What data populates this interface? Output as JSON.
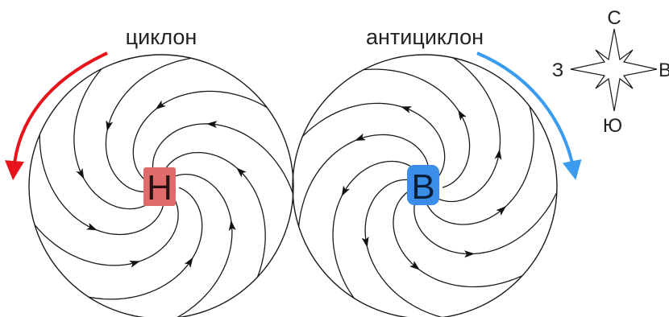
{
  "cyclone": {
    "label": "циклон",
    "center_letter": "Н",
    "center_color": "#e06b6b",
    "rotation_arrow_color": "#e8141c"
  },
  "anticyclone": {
    "label": "антициклон",
    "center_letter": "В",
    "center_color": "#3b8ee8",
    "rotation_arrow_color": "#3b9bef"
  },
  "compass": {
    "north": "С",
    "south": "Ю",
    "west": "З",
    "east": "В"
  }
}
